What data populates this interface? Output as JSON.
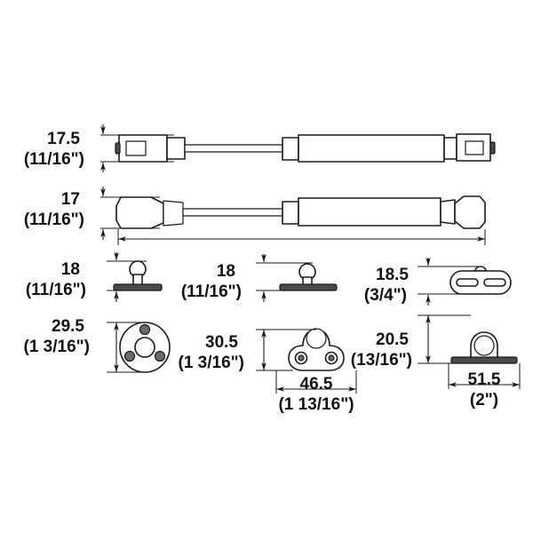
{
  "drawing": {
    "title": "Gas strut and mounting bracket dimensioned technical drawing",
    "background_color": "#ffffff",
    "line_color": "#1a1a1a",
    "plate_fill_color": "#4a4a4a",
    "units_note": "metric millimetres with imperial inch equivalents in parentheses"
  },
  "dimensions": {
    "strut_top_height": {
      "metric": "17.5",
      "imperial": "(11/16\")"
    },
    "strut_bottom_height": {
      "metric": "17",
      "imperial": "(11/16\")"
    },
    "round_bracket_stud_height": {
      "metric": "18",
      "imperial": "(11/16\")"
    },
    "round_bracket_diameter": {
      "metric": "29.5",
      "imperial": "(1 3/16\")"
    },
    "mid_bracket_stud_height": {
      "metric": "18",
      "imperial": "(11/16\")"
    },
    "mid_bracket_height": {
      "metric": "30.5",
      "imperial": "(1 3/16\")"
    },
    "mid_bracket_width": {
      "metric": "46.5",
      "imperial": "(1 13/16\")"
    },
    "slot_bracket_height": {
      "metric": "18.5",
      "imperial": "(3/4\")"
    },
    "slot_bracket_depth": {
      "metric": "20.5",
      "imperial": "(13/16\")"
    },
    "slot_bracket_width": {
      "metric": "51.5",
      "imperial": "(2\")"
    }
  },
  "parts": [
    {
      "id": "strut-upper",
      "name": "Gas strut with square eyelet end fittings"
    },
    {
      "id": "strut-lower",
      "name": "Gas strut with angled end fittings"
    },
    {
      "id": "round-flange-bracket",
      "name": "Round flange ball stud bracket, three screw holes"
    },
    {
      "id": "mid-bracket",
      "name": "Two-hole ball stud mounting bracket"
    },
    {
      "id": "slot-bracket",
      "name": "Two-slot ball stud mounting bracket"
    }
  ]
}
